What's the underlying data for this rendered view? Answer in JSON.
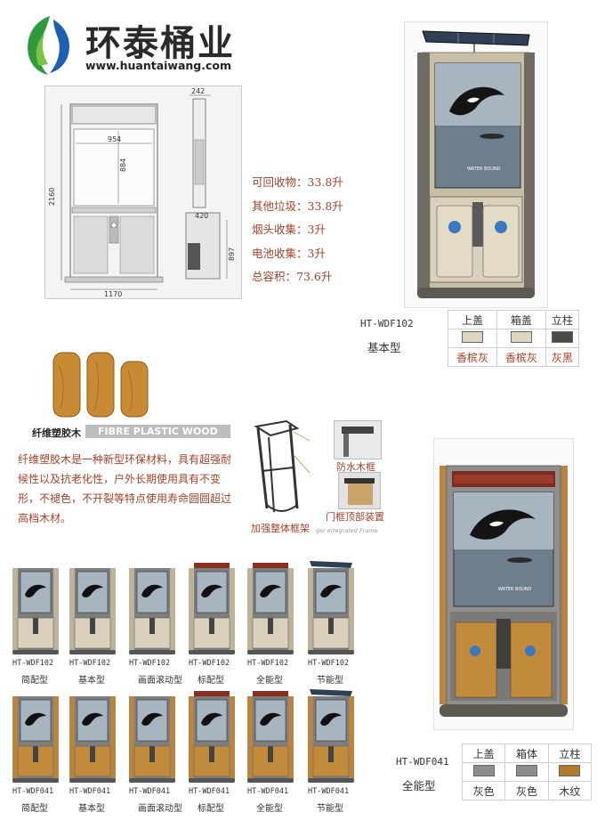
{
  "header": {
    "brand_name": "环泰桶业",
    "brand_url": "www.huantaiwang.com"
  },
  "drawing": {
    "dims": {
      "total_height": "2160",
      "total_width": "1170",
      "panel_width": "954",
      "panel_height": "884",
      "side_depth": "242",
      "base_depth": "420",
      "bin_height": "897"
    }
  },
  "specs": [
    "可回收物：33.8升",
    "其他垃圾：33.8升",
    "烟头收集：3升",
    "电池收集：3升",
    "总容积：73.6升"
  ],
  "product_basic": {
    "model": "HT-WDF102",
    "type": "基本型",
    "poster_text": "WATER BOUND",
    "table": {
      "headers": [
        "上盖",
        "箱盖",
        "立柱"
      ],
      "colors": [
        "#ded6bf",
        "#ded6bf",
        "#4d4a46"
      ],
      "names": [
        "香槟灰",
        "香槟灰",
        "灰黑"
      ]
    }
  },
  "product_full": {
    "model": "HT-WDF041",
    "type": "全能型",
    "poster_text": "WATER BOUND",
    "table": {
      "headers": [
        "上盖",
        "箱体",
        "立柱"
      ],
      "colors": [
        "#8c8c8c",
        "#8c8c8c",
        "#b37a2a"
      ],
      "names": [
        "灰色",
        "灰色",
        "木纹"
      ]
    }
  },
  "wood": {
    "caption_cn": "纤维塑胶木",
    "caption_en": "FIBRE PLASTIC WOOD",
    "description": "纤维塑胶木是一种新型环保材料，具有超强耐候性以及抗老化性，户外长期使用具有不变形，不褪色，不开裂等特点使用寿命圆圆超过高档木材。"
  },
  "frame": {
    "label_main": "加强整体框架",
    "label_waterproof": "防水木框",
    "label_door": "门框顶部装置",
    "label_en": "ger Integrated Frame"
  },
  "thumbnails": {
    "row1": [
      {
        "model": "HT-WDF102",
        "type": "简配型",
        "top": "plain"
      },
      {
        "model": "HT-WDF102",
        "type": "基本型",
        "top": "plain"
      },
      {
        "model": "HT-WDF102",
        "type": "画面滚动型",
        "top": "plain"
      },
      {
        "model": "HT-WDF102",
        "type": "标配型",
        "top": "led"
      },
      {
        "model": "HT-WDF102",
        "type": "全能型",
        "top": "led"
      },
      {
        "model": "HT-WDF102",
        "type": "节能型",
        "top": "solar"
      }
    ],
    "row2": [
      {
        "model": "HT-WDF041",
        "type": "简配型",
        "top": "plain"
      },
      {
        "model": "HT-WDF041",
        "type": "基本型",
        "top": "plain"
      },
      {
        "model": "HT-WDF041",
        "type": "画面滚动型",
        "top": "plain"
      },
      {
        "model": "HT-WDF041",
        "type": "标配型",
        "top": "led"
      },
      {
        "model": "HT-WDF041",
        "type": "全能型",
        "top": "led"
      },
      {
        "model": "HT-WDF041",
        "type": "节能型",
        "top": "solar"
      }
    ]
  }
}
